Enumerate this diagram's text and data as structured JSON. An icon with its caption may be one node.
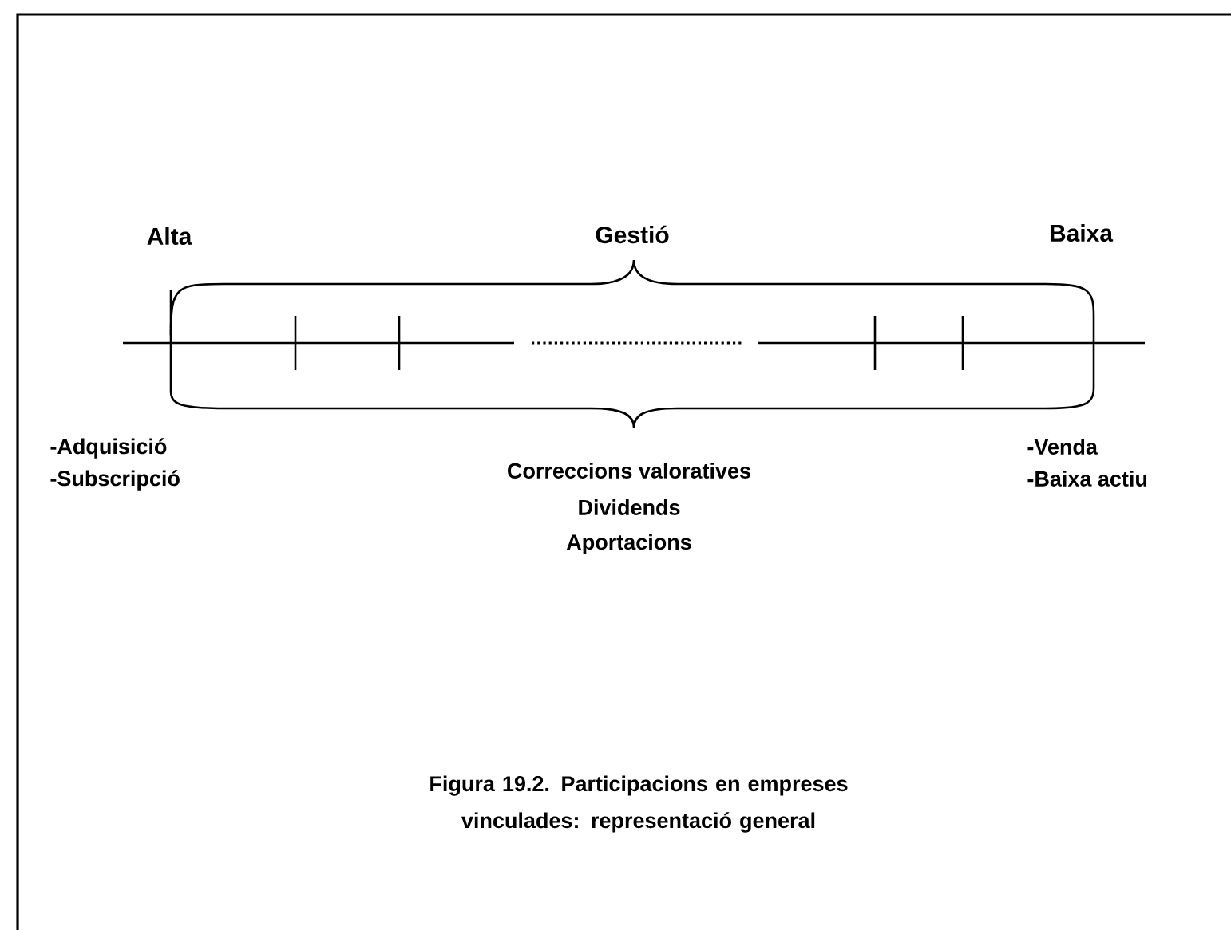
{
  "diagram": {
    "caption": "Figura 19.2. Participacions en empreses vinculades: representació general",
    "labels": [
      "Alta",
      "Gestió",
      "Baixa",
      "-Adquisició",
      "-Subscripció",
      "Correccions valoratives",
      "Dividends",
      "Aportacions",
      "-Venda",
      "-Baixa actiu"
    ]
  }
}
